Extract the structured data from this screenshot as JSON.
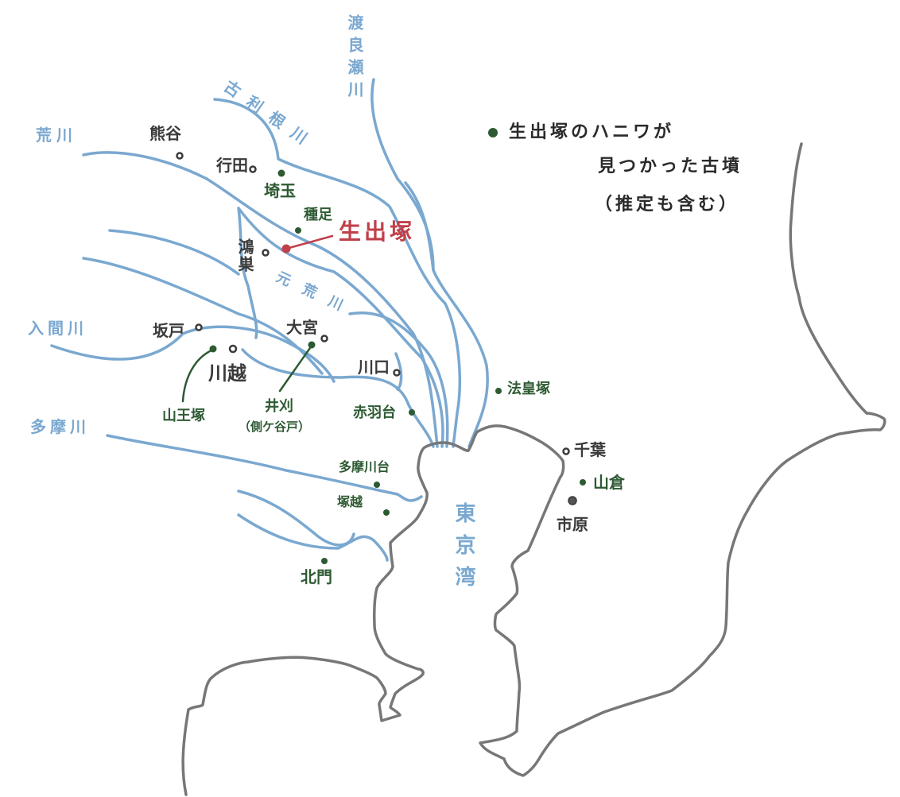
{
  "colors": {
    "river": "#7aa8d0",
    "coast": "#777777",
    "mound": "#2d5a32",
    "highlight": "#c0404a",
    "city": "#3a3a3a"
  },
  "legend": {
    "line1": "生出塚のハニワが",
    "line2": "見つかった古墳",
    "line3": "（推定も含む）"
  },
  "highlight_site": "生出塚",
  "bay": "東京湾",
  "rivers": {
    "watarase": "渡良瀬川",
    "furutone": "古利根川",
    "arakawa": "荒川",
    "motoarakawa": "元荒川",
    "iruma": "入間川",
    "tama": "多摩川"
  },
  "cities": {
    "kumagaya": "熊谷",
    "gyoda": "行田",
    "konosu": "鴻巣",
    "sakado": "坂戸",
    "kawagoe": "川越",
    "omiya": "大宮",
    "kawaguchi": "川口",
    "chiba": "千葉",
    "ichihara": "市原"
  },
  "mounds": {
    "sakitama": "埼玉",
    "tanadare": "種足",
    "sannozuka": "山王塚",
    "ikari": "井刈",
    "ikari_sub": "（側ケ谷戸）",
    "akabanedai": "赤羽台",
    "hoozuka": "法皇塚",
    "yamakura": "山倉",
    "tamagawadai": "多摩川台",
    "tsukagoshi": "塚越",
    "kitamon": "北門"
  }
}
